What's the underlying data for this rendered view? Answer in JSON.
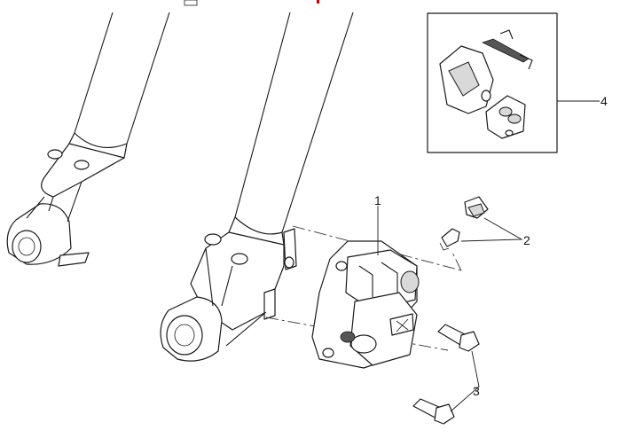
{
  "callouts": [
    {
      "id": "1",
      "label": "1"
    },
    {
      "id": "2",
      "label": "2"
    },
    {
      "id": "3",
      "label": "3"
    },
    {
      "id": "4",
      "label": "4"
    }
  ],
  "colors": {
    "stroke": "#1a1a1a",
    "accent": "#cc0000",
    "background": "#ffffff"
  }
}
